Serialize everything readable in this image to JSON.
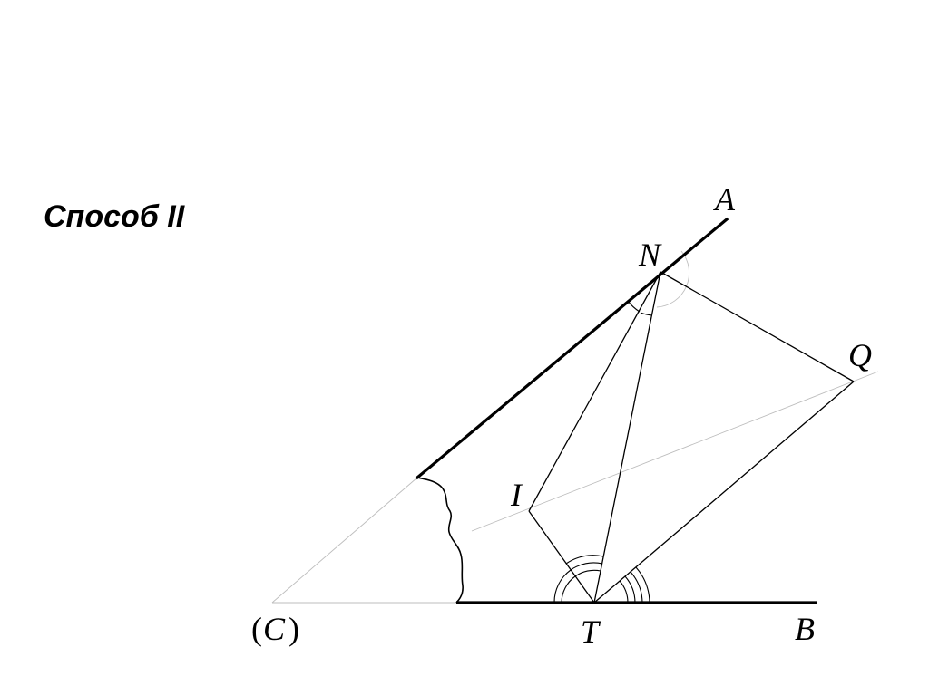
{
  "title": "Способ II",
  "points": {
    "A": "A",
    "N": "N",
    "Q": "Q",
    "I": "I",
    "T": "T",
    "B": "B",
    "C_open": "(",
    "C": "C",
    "C_close": ")"
  },
  "colors": {
    "ink": "#000000",
    "construction": "#bdbdbd"
  }
}
